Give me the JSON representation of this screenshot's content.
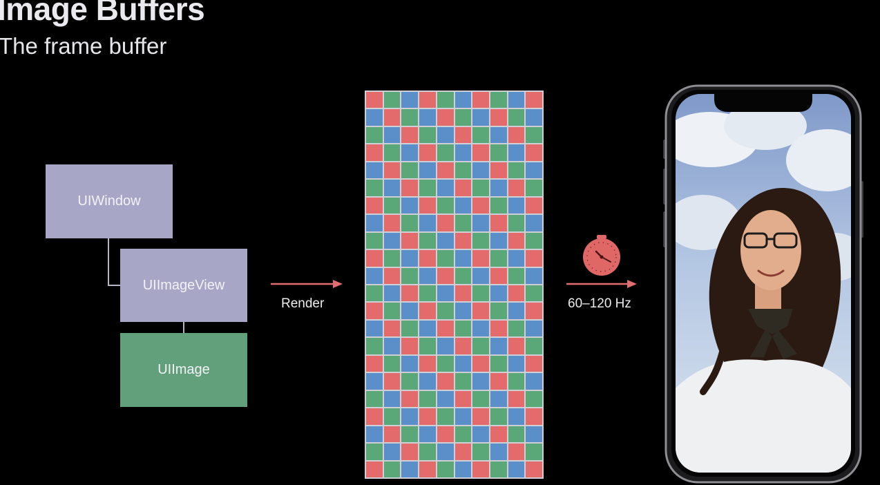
{
  "slide": {
    "title": "Image Buffers",
    "subtitle": "The frame buffer"
  },
  "hierarchy": {
    "nodes": [
      {
        "label": "UIWindow",
        "color": "#a7a6c6"
      },
      {
        "label": "UIImageView",
        "color": "#a7a6c6"
      },
      {
        "label": "UIImage",
        "color": "#62a07b"
      }
    ]
  },
  "render_arrow": {
    "label": "Render",
    "color": "#e06e70"
  },
  "display_arrow": {
    "label": "60–120 Hz",
    "color": "#e06e70"
  },
  "clock": {
    "icon": "clock-icon",
    "color": "#df6867"
  },
  "frame_buffer": {
    "columns": 10,
    "rows": 22,
    "pixel_colors": [
      "#e36b6b",
      "#5aa878",
      "#5b8fc9"
    ]
  },
  "phone": {
    "icon": "iphone-device",
    "screen_content": "photo"
  }
}
